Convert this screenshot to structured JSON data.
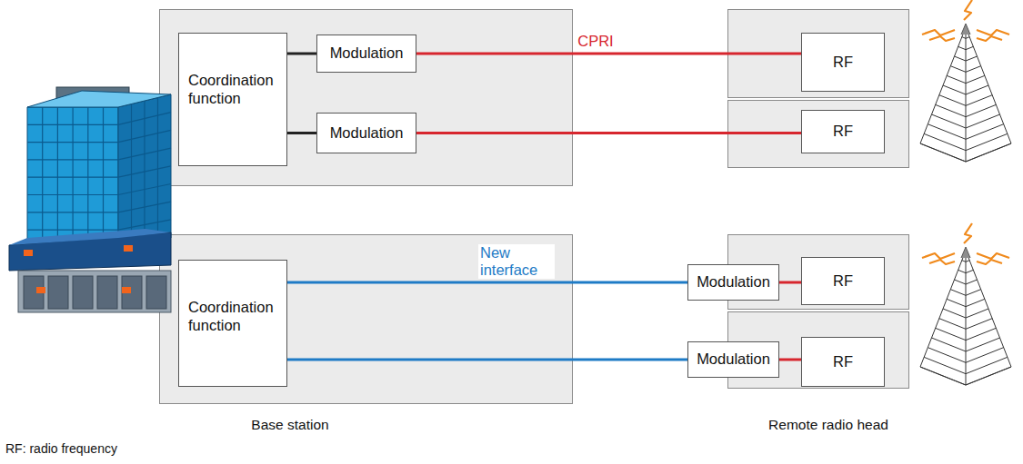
{
  "diagram": {
    "nodes": [
      {
        "text": []
      },
      {
        "text": [
          "Coordination function"
        ],
        "in": 0
      },
      {
        "text": [
          "Modulation"
        ],
        "in": 0
      },
      {
        "text": [
          "Modulation"
        ],
        "in": 0
      },
      {
        "text": []
      },
      {
        "text": [
          "RF"
        ],
        "in": 4
      },
      {
        "text": []
      },
      {
        "text": [
          "RF"
        ],
        "in": 6
      },
      {
        "text": [
          "Base station"
        ]
      },
      {
        "text": [
          "Coordination function"
        ],
        "in": 8
      },
      {
        "text": []
      },
      {
        "text": [
          "Modulation"
        ],
        "in": 10
      },
      {
        "text": [
          "RF"
        ],
        "in": 10
      },
      {
        "text": [
          "Remote radio head"
        ]
      },
      {
        "text": [
          "Modulation"
        ],
        "in": 13
      },
      {
        "text": [
          "RF"
        ],
        "in": 13
      }
    ],
    "edges": [
      {
        "from": 1,
        "to": 2,
        "arrow": "none"
      },
      {
        "from": 1,
        "to": 3,
        "arrow": "none"
      },
      {
        "from": 2,
        "to": 5,
        "label": "CPRI",
        "arrow": "none"
      },
      {
        "from": 3,
        "to": 7,
        "arrow": "none"
      },
      {
        "from": 9,
        "to": 11,
        "label": "New interface",
        "arrow": "none"
      },
      {
        "from": 9,
        "to": 14,
        "arrow": "none"
      },
      {
        "from": 11,
        "to": 12,
        "arrow": "none"
      },
      {
        "from": 14,
        "to": 15,
        "arrow": "none"
      }
    ],
    "labels": [
      "RF: radio frequency"
    ]
  }
}
